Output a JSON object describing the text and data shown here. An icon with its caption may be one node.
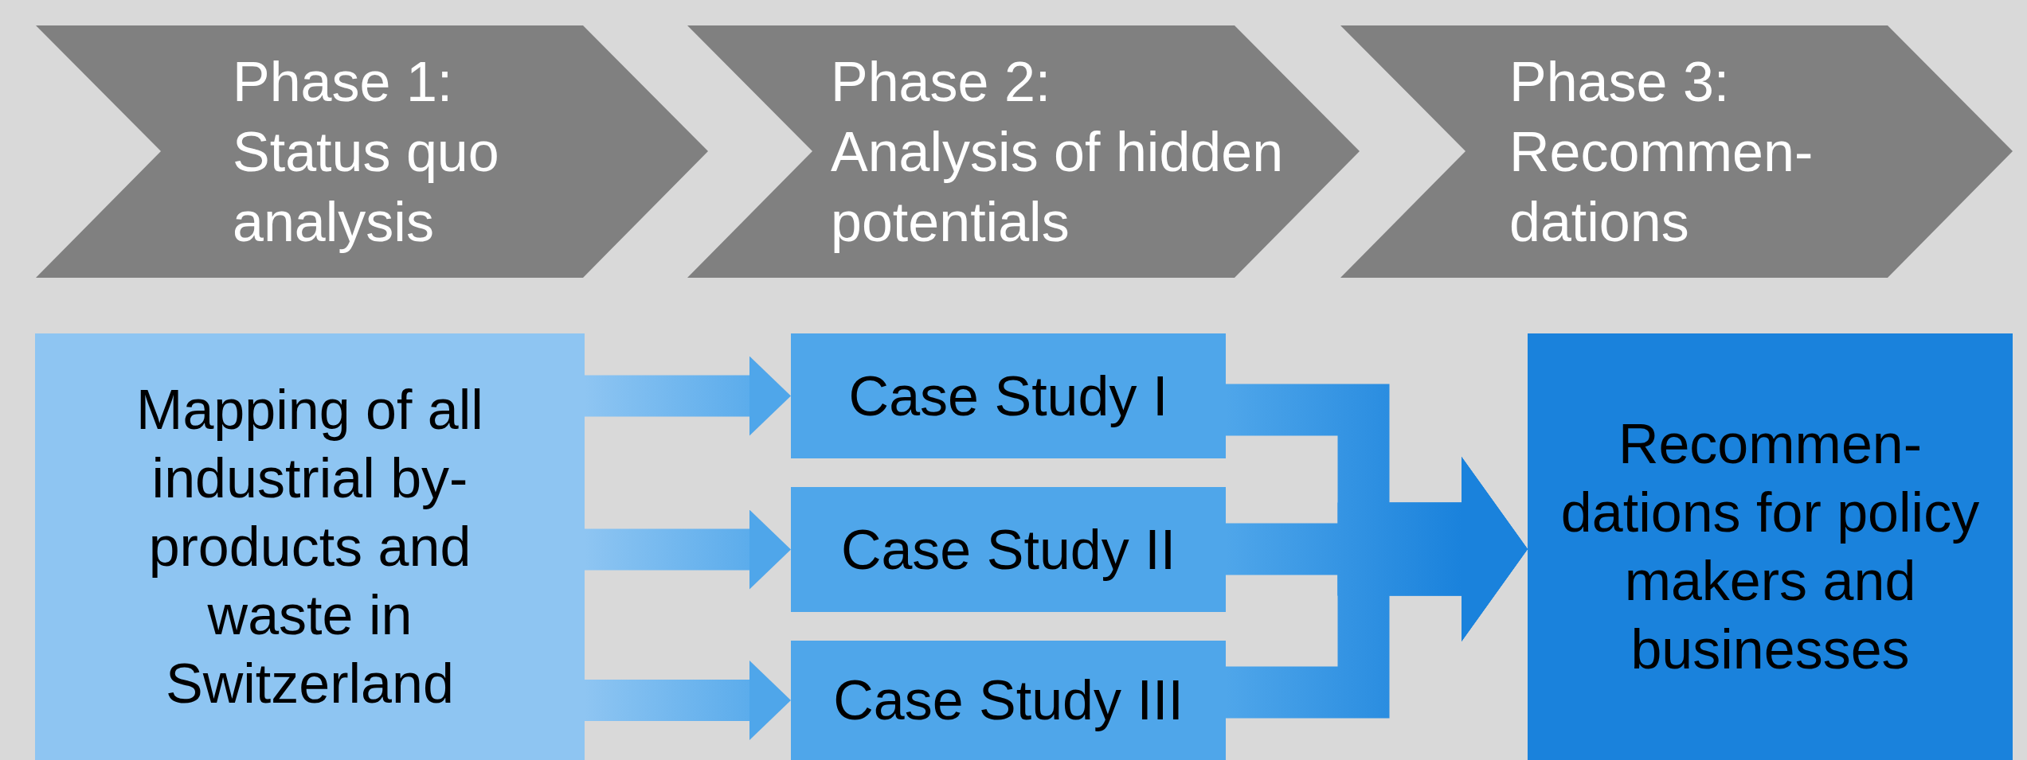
{
  "diagram": {
    "nodes": [
      {
        "text": [
          "Phase 1:",
          "Status quo analysis"
        ]
      },
      {
        "text": [
          "Phase 2:",
          "Analysis of hidden potentials"
        ]
      },
      {
        "text": [
          "Phase 3:",
          "Recommen- dations"
        ]
      },
      {
        "text": [
          "Mapping of all industrial by- products and waste in Switzerland"
        ]
      },
      {
        "text": [
          "Case Study I"
        ]
      },
      {
        "text": [
          "Case Study II"
        ]
      },
      {
        "text": [
          "Case Study III"
        ]
      },
      {
        "text": [
          "Recommen- dations for policy makers and businesses"
        ]
      }
    ],
    "edges": [
      {
        "from": 3,
        "to": 4,
        "arrow": "to",
        "style": "thick"
      },
      {
        "from": 3,
        "to": 5,
        "arrow": "to",
        "style": "thick"
      },
      {
        "from": 3,
        "to": 6,
        "arrow": "to",
        "style": "thick"
      },
      {
        "from": 4,
        "to": 7,
        "arrow": "to",
        "style": "thick"
      },
      {
        "from": 5,
        "to": 7,
        "arrow": "to",
        "style": "thick"
      },
      {
        "from": 6,
        "to": 7,
        "arrow": "to",
        "style": "thick"
      }
    ]
  }
}
